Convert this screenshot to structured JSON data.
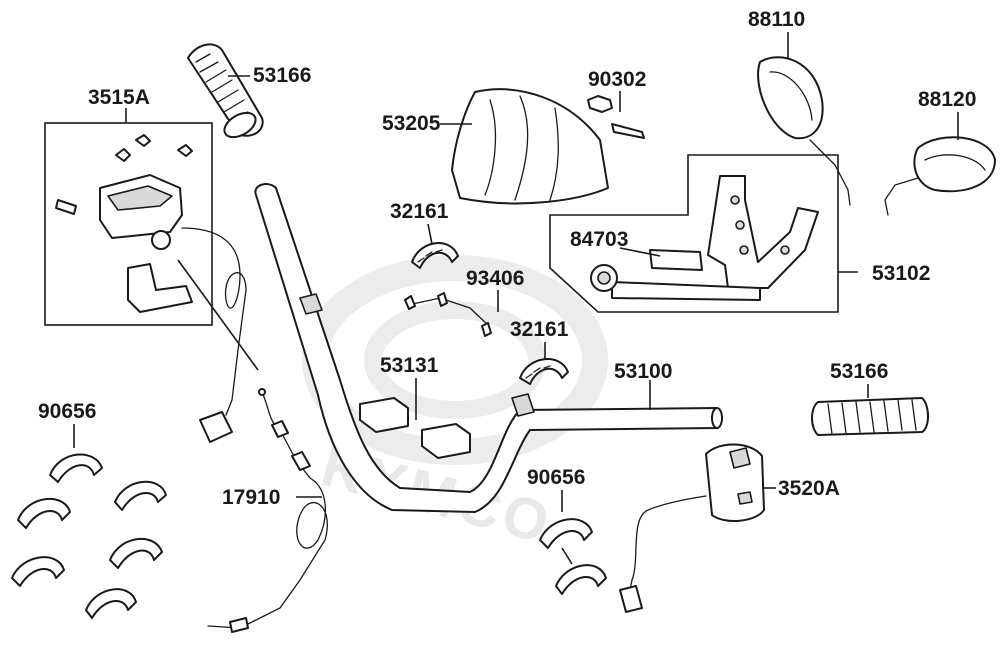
{
  "labels": {
    "p53166_top": "53166",
    "p3515A": "3515A",
    "p53205": "53205",
    "p90302": "90302",
    "p88110": "88110",
    "p88120": "88120",
    "p32161_a": "32161",
    "p84703": "84703",
    "p93406": "93406",
    "p53102": "53102",
    "p32161_b": "32161",
    "p53131": "53131",
    "p53100": "53100",
    "p53166_right": "53166",
    "p90656_left": "90656",
    "p90656_mid": "90656",
    "p17910": "17910",
    "p3520A": "3520A"
  },
  "watermark": {
    "text": "KYMCO"
  },
  "colors": {
    "line": "#1a1a1a",
    "watermark": "#ececec",
    "background": "#ffffff"
  }
}
